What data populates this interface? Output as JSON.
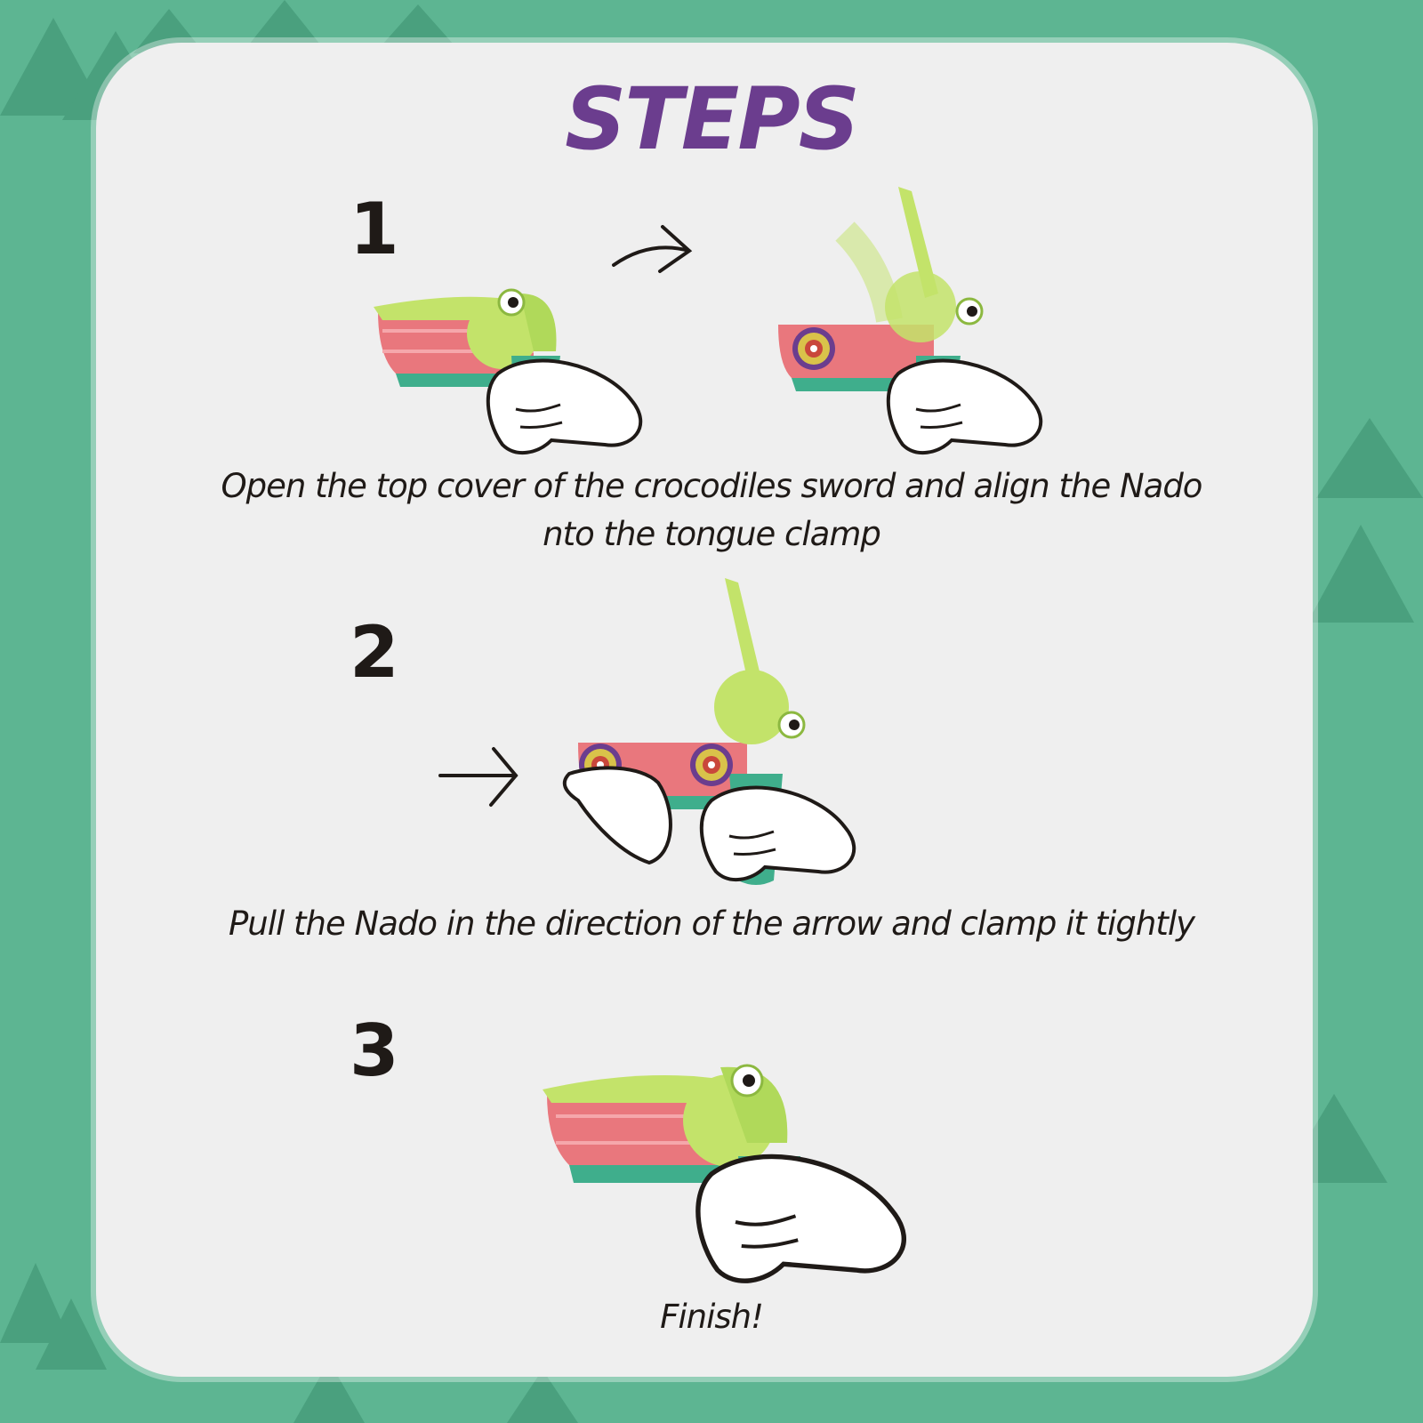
{
  "title": "STEPS",
  "colors": {
    "background": "#5db592",
    "mountain": "#4aa07e",
    "card": "#efefef",
    "title": "#6b3d8e",
    "text": "#1f1a17",
    "croc_green": "#c3e36a",
    "croc_teal": "#3fae8c",
    "croc_pink": "#e9777d"
  },
  "steps": [
    {
      "number": "1",
      "caption_line1": "Open the top cover of the crocodiles sword and align the Nado",
      "caption_line2": "nto the tongue clamp"
    },
    {
      "number": "2",
      "caption_line1": "Pull the Nado in the direction of the arrow and clamp it tightly"
    },
    {
      "number": "3",
      "caption_line1": "Finish!"
    }
  ],
  "icons": [
    "arrow-icon",
    "crocodile-toy-illustration",
    "hand-icon",
    "nado-disc-icon"
  ]
}
